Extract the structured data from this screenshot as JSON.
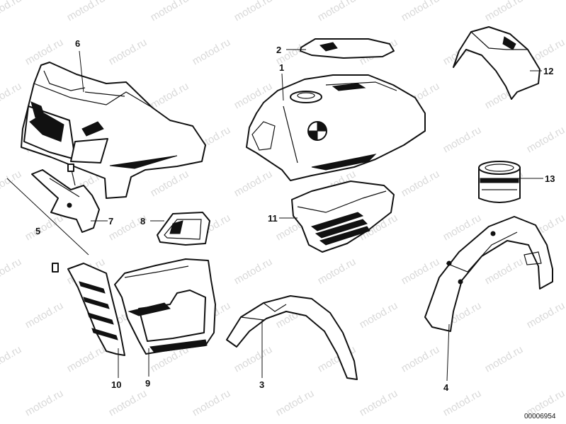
{
  "watermark_text": "motod.ru",
  "document_number": "00006954",
  "callouts": [
    {
      "id": "1",
      "label": "1",
      "part": "fuel-tank"
    },
    {
      "id": "2",
      "label": "2",
      "part": "tank-cap-cover"
    },
    {
      "id": "3",
      "label": "3",
      "part": "front-fender"
    },
    {
      "id": "4",
      "label": "4",
      "part": "rear-fender"
    },
    {
      "id": "5",
      "label": "5",
      "part": "bracket-set"
    },
    {
      "id": "6",
      "label": "6",
      "part": "fairing"
    },
    {
      "id": "7",
      "label": "7",
      "part": "fairing-bracket"
    },
    {
      "id": "8",
      "label": "8",
      "part": "side-trim-cover"
    },
    {
      "id": "9",
      "label": "9",
      "part": "lower-cowl"
    },
    {
      "id": "10",
      "label": "10",
      "part": "vent-grille"
    },
    {
      "id": "11",
      "label": "11",
      "part": "side-panel"
    },
    {
      "id": "12",
      "label": "12",
      "part": "tail-cowl"
    },
    {
      "id": "13",
      "label": "13",
      "part": "filter-sleeve"
    }
  ],
  "colors": {
    "line": "#111111",
    "watermark": "#d9d9d9",
    "background": "#ffffff"
  }
}
